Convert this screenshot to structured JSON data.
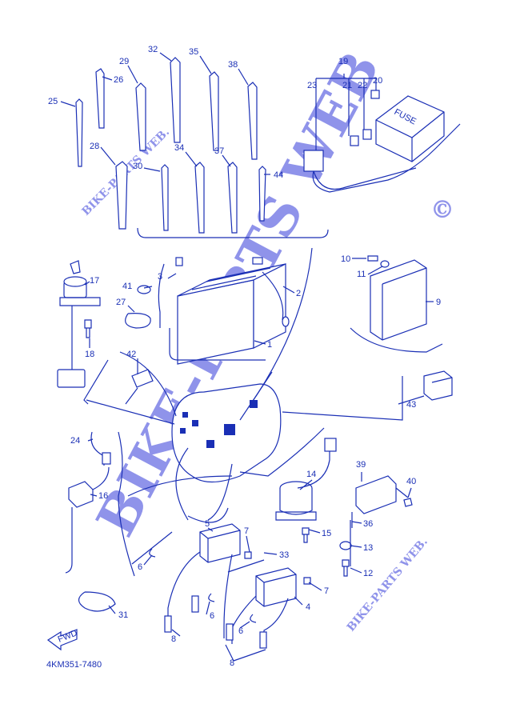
{
  "watermarks": {
    "main": "BIKE-PARTS WEB",
    "copyright": "©",
    "small": "BIKE-PARTS WEB."
  },
  "diagram_code": "4KM351-7480",
  "fuse_label": "FUSE",
  "fwd_label": "FWD",
  "colors": {
    "ink": "#1a2fb5",
    "watermark": "#8f93ea"
  },
  "callouts": {
    "n1": "1",
    "n2": "2",
    "n3": "3",
    "n4": "4",
    "n5": "5",
    "n6a": "6",
    "n6b": "6",
    "n6c": "6",
    "n7a": "7",
    "n7b": "7",
    "n8a": "8",
    "n8b": "8",
    "n9": "9",
    "n10": "10",
    "n11": "11",
    "n12": "12",
    "n13": "13",
    "n14": "14",
    "n15": "15",
    "n16": "16",
    "n17": "17",
    "n18": "18",
    "n19": "19",
    "n20": "20",
    "n21": "21",
    "n22": "22",
    "n23": "23",
    "n24": "24",
    "n25": "25",
    "n26": "26",
    "n27": "27",
    "n28": "28",
    "n29": "29",
    "n30": "30",
    "n31": "31",
    "n32": "32",
    "n33": "33",
    "n34": "34",
    "n35": "35",
    "n36": "36",
    "n37": "37",
    "n38": "38",
    "n39": "39",
    "n40": "40",
    "n41": "41",
    "n42": "42",
    "n43": "43",
    "n44": "44"
  }
}
